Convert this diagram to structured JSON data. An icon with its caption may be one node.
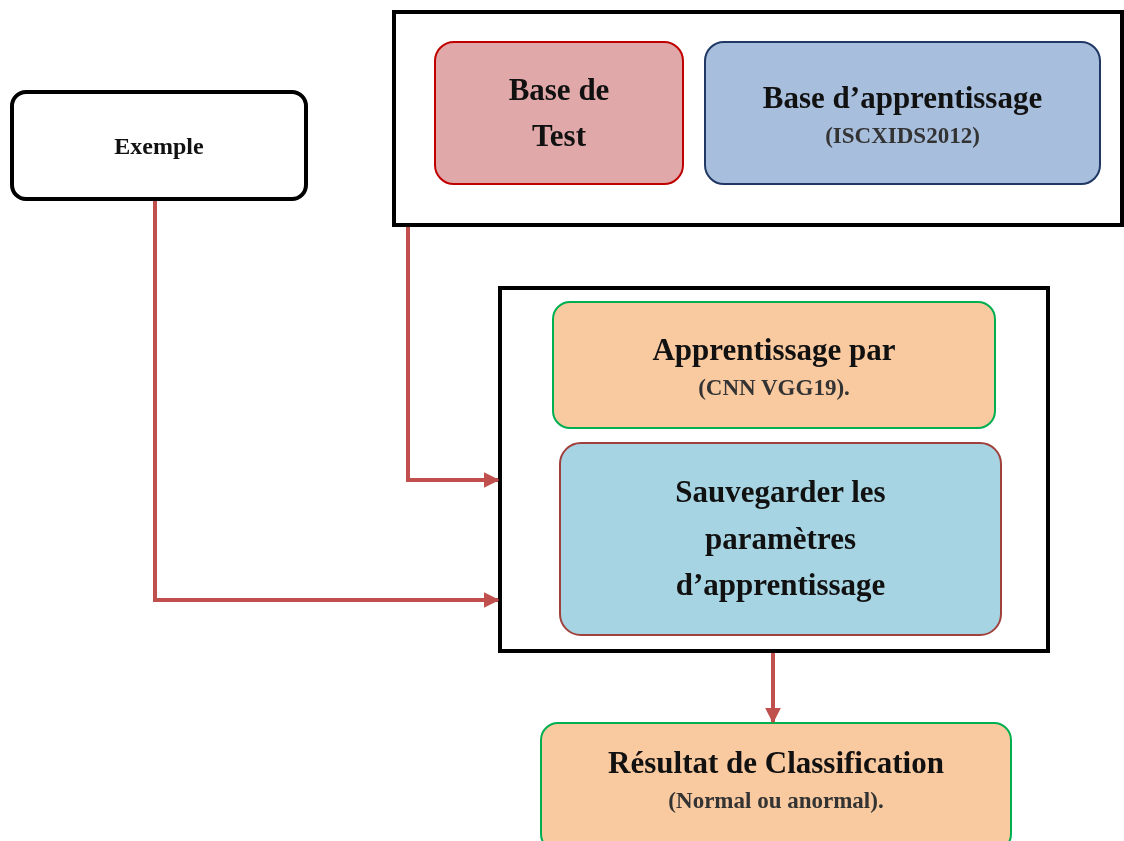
{
  "diagram": {
    "nodes": [
      {
        "text": [
          "Exemple"
        ]
      },
      {
        "text": [],
        "shape": "box"
      },
      {
        "text": [
          "Base de Test"
        ],
        "in": 1
      },
      {
        "text": [
          "Base d’apprentissage",
          "(ISCXIDS2012)"
        ],
        "in": 1
      },
      {
        "text": [],
        "shape": "box"
      },
      {
        "text": [
          "Apprentissage par",
          "(CNN VGG19)."
        ],
        "in": 4
      },
      {
        "text": [
          "Sauvegarder les paramètres d’apprentissage"
        ],
        "in": 4
      },
      {
        "text": [
          "Résultat de Classification",
          "(Normal ou anormal)."
        ]
      }
    ],
    "edges": [
      {
        "from": 0,
        "to": 4,
        "arrow": "to"
      },
      {
        "from": 1,
        "to": 4,
        "arrow": "to"
      },
      {
        "from": 4,
        "to": 7,
        "arrow": "to"
      }
    ]
  }
}
